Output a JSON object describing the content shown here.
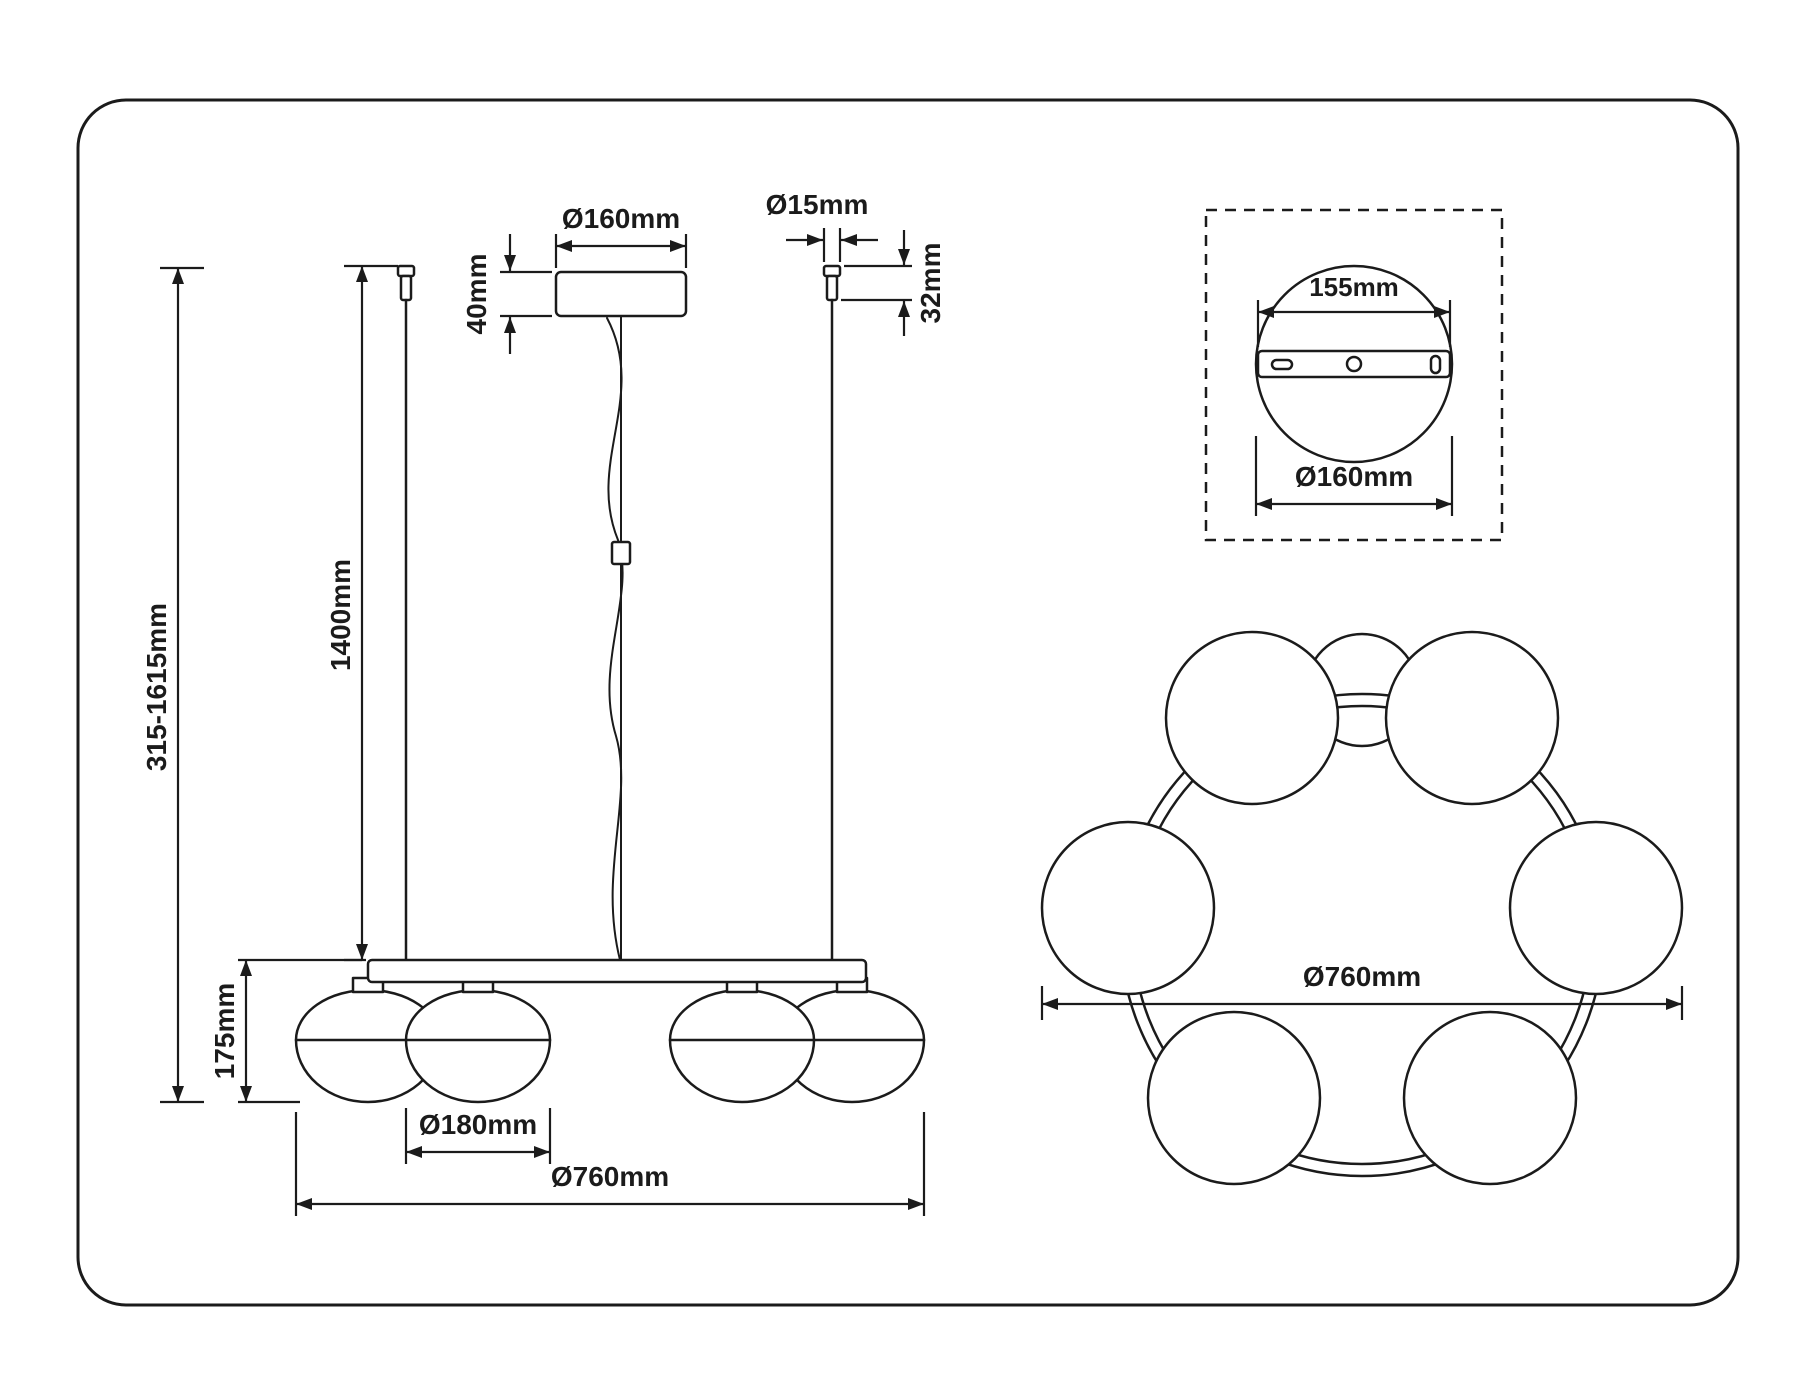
{
  "colors": {
    "line": "#1b1b1b",
    "background": "#ffffff"
  },
  "elevation": {
    "overall_height": "315-1615mm",
    "suspension_length": "1400mm",
    "canopy_diameter": "Ø160mm",
    "canopy_height": "40mm",
    "cord_diameter": "Ø15mm",
    "fitting_height": "32mm",
    "shade_height": "175mm",
    "shade_diameter": "Ø180mm",
    "fixture_diameter": "Ø760mm"
  },
  "canopy_detail": {
    "mounting_plate_width": "155mm",
    "canopy_diameter": "Ø160mm"
  },
  "top_view": {
    "fixture_diameter": "Ø760mm"
  }
}
